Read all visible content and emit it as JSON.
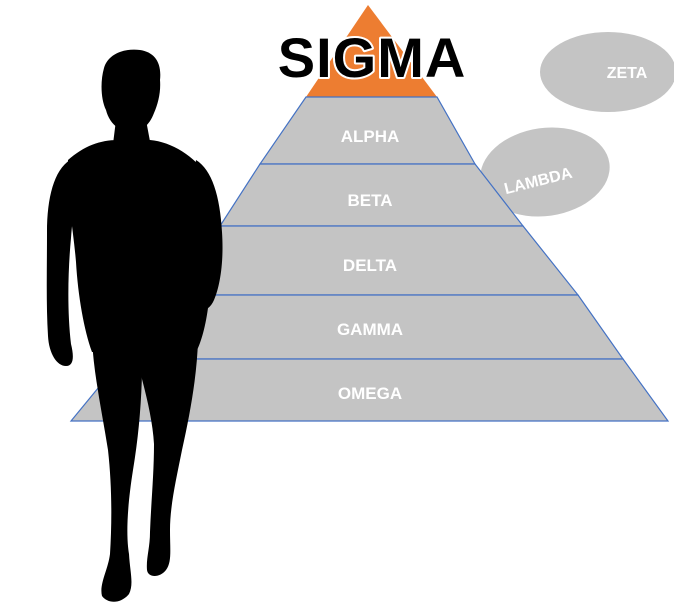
{
  "title": "SIGMA",
  "tiers": [
    {
      "label": "ALPHA"
    },
    {
      "label": "BETA"
    },
    {
      "label": "DELTA"
    },
    {
      "label": "GAMMA"
    },
    {
      "label": "OMEGA"
    }
  ],
  "side_ovals": [
    {
      "label": "ZETA"
    },
    {
      "label": "LAMBDA"
    }
  ],
  "colors": {
    "apex": "#ED7D31",
    "tier_fill": "#C4C4C4",
    "tier_stroke": "#4472C4",
    "oval_fill": "#C4C4C4",
    "silhouette": "#000000"
  }
}
